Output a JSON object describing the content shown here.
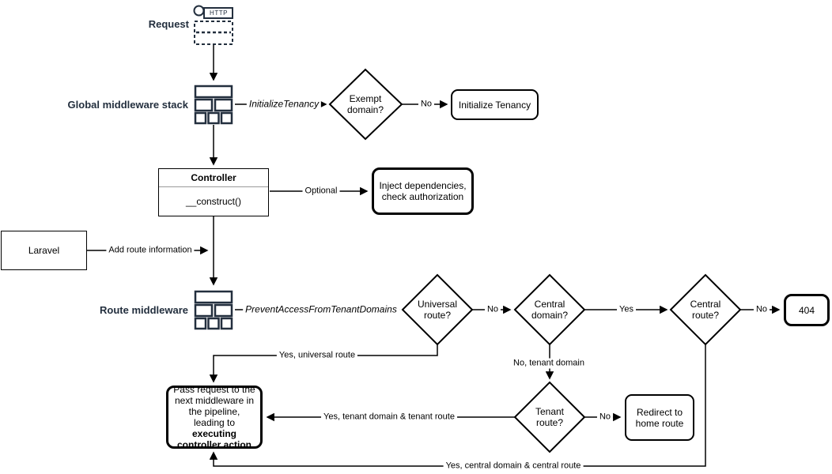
{
  "labels": {
    "request": "Request",
    "http": "HTTP",
    "global_middleware": "Global middleware stack",
    "route_middleware": "Route middleware"
  },
  "nodes": {
    "exempt_domain": "Exempt domain?",
    "initialize_tenancy": "Initialize Tenancy",
    "controller": {
      "title": "Controller",
      "method": "__construct()"
    },
    "inject": "Inject dependencies, check authorization",
    "laravel": "Laravel",
    "universal_route": "Universal route?",
    "central_domain": "Central domain?",
    "central_route": "Central route?",
    "not_found": "404",
    "tenant_route": "Tenant route?",
    "redirect": "Redirect to home route",
    "pass": {
      "text": "Pass request to the next middleware in the pipeline, leading to ",
      "bold": "executing controller action"
    }
  },
  "edges": {
    "initialize_tenancy": "InitializeTenancy",
    "exempt_no": "No",
    "optional": "Optional",
    "add_route_info": "Add route information",
    "prevent_access": "PreventAccessFromTenantDomains",
    "universal_no": "No",
    "central_domain_yes": "Yes",
    "central_route_no": "No",
    "yes_universal": "Yes, universal route",
    "no_tenant_domain": "No, tenant domain",
    "yes_tenant": "Yes, tenant domain & tenant route",
    "tenant_no": "No",
    "yes_central": "Yes, central domain & central route"
  },
  "colors": {
    "icon_navy": "#232F3E",
    "line": "#000000",
    "background": "#FFFFFF"
  }
}
